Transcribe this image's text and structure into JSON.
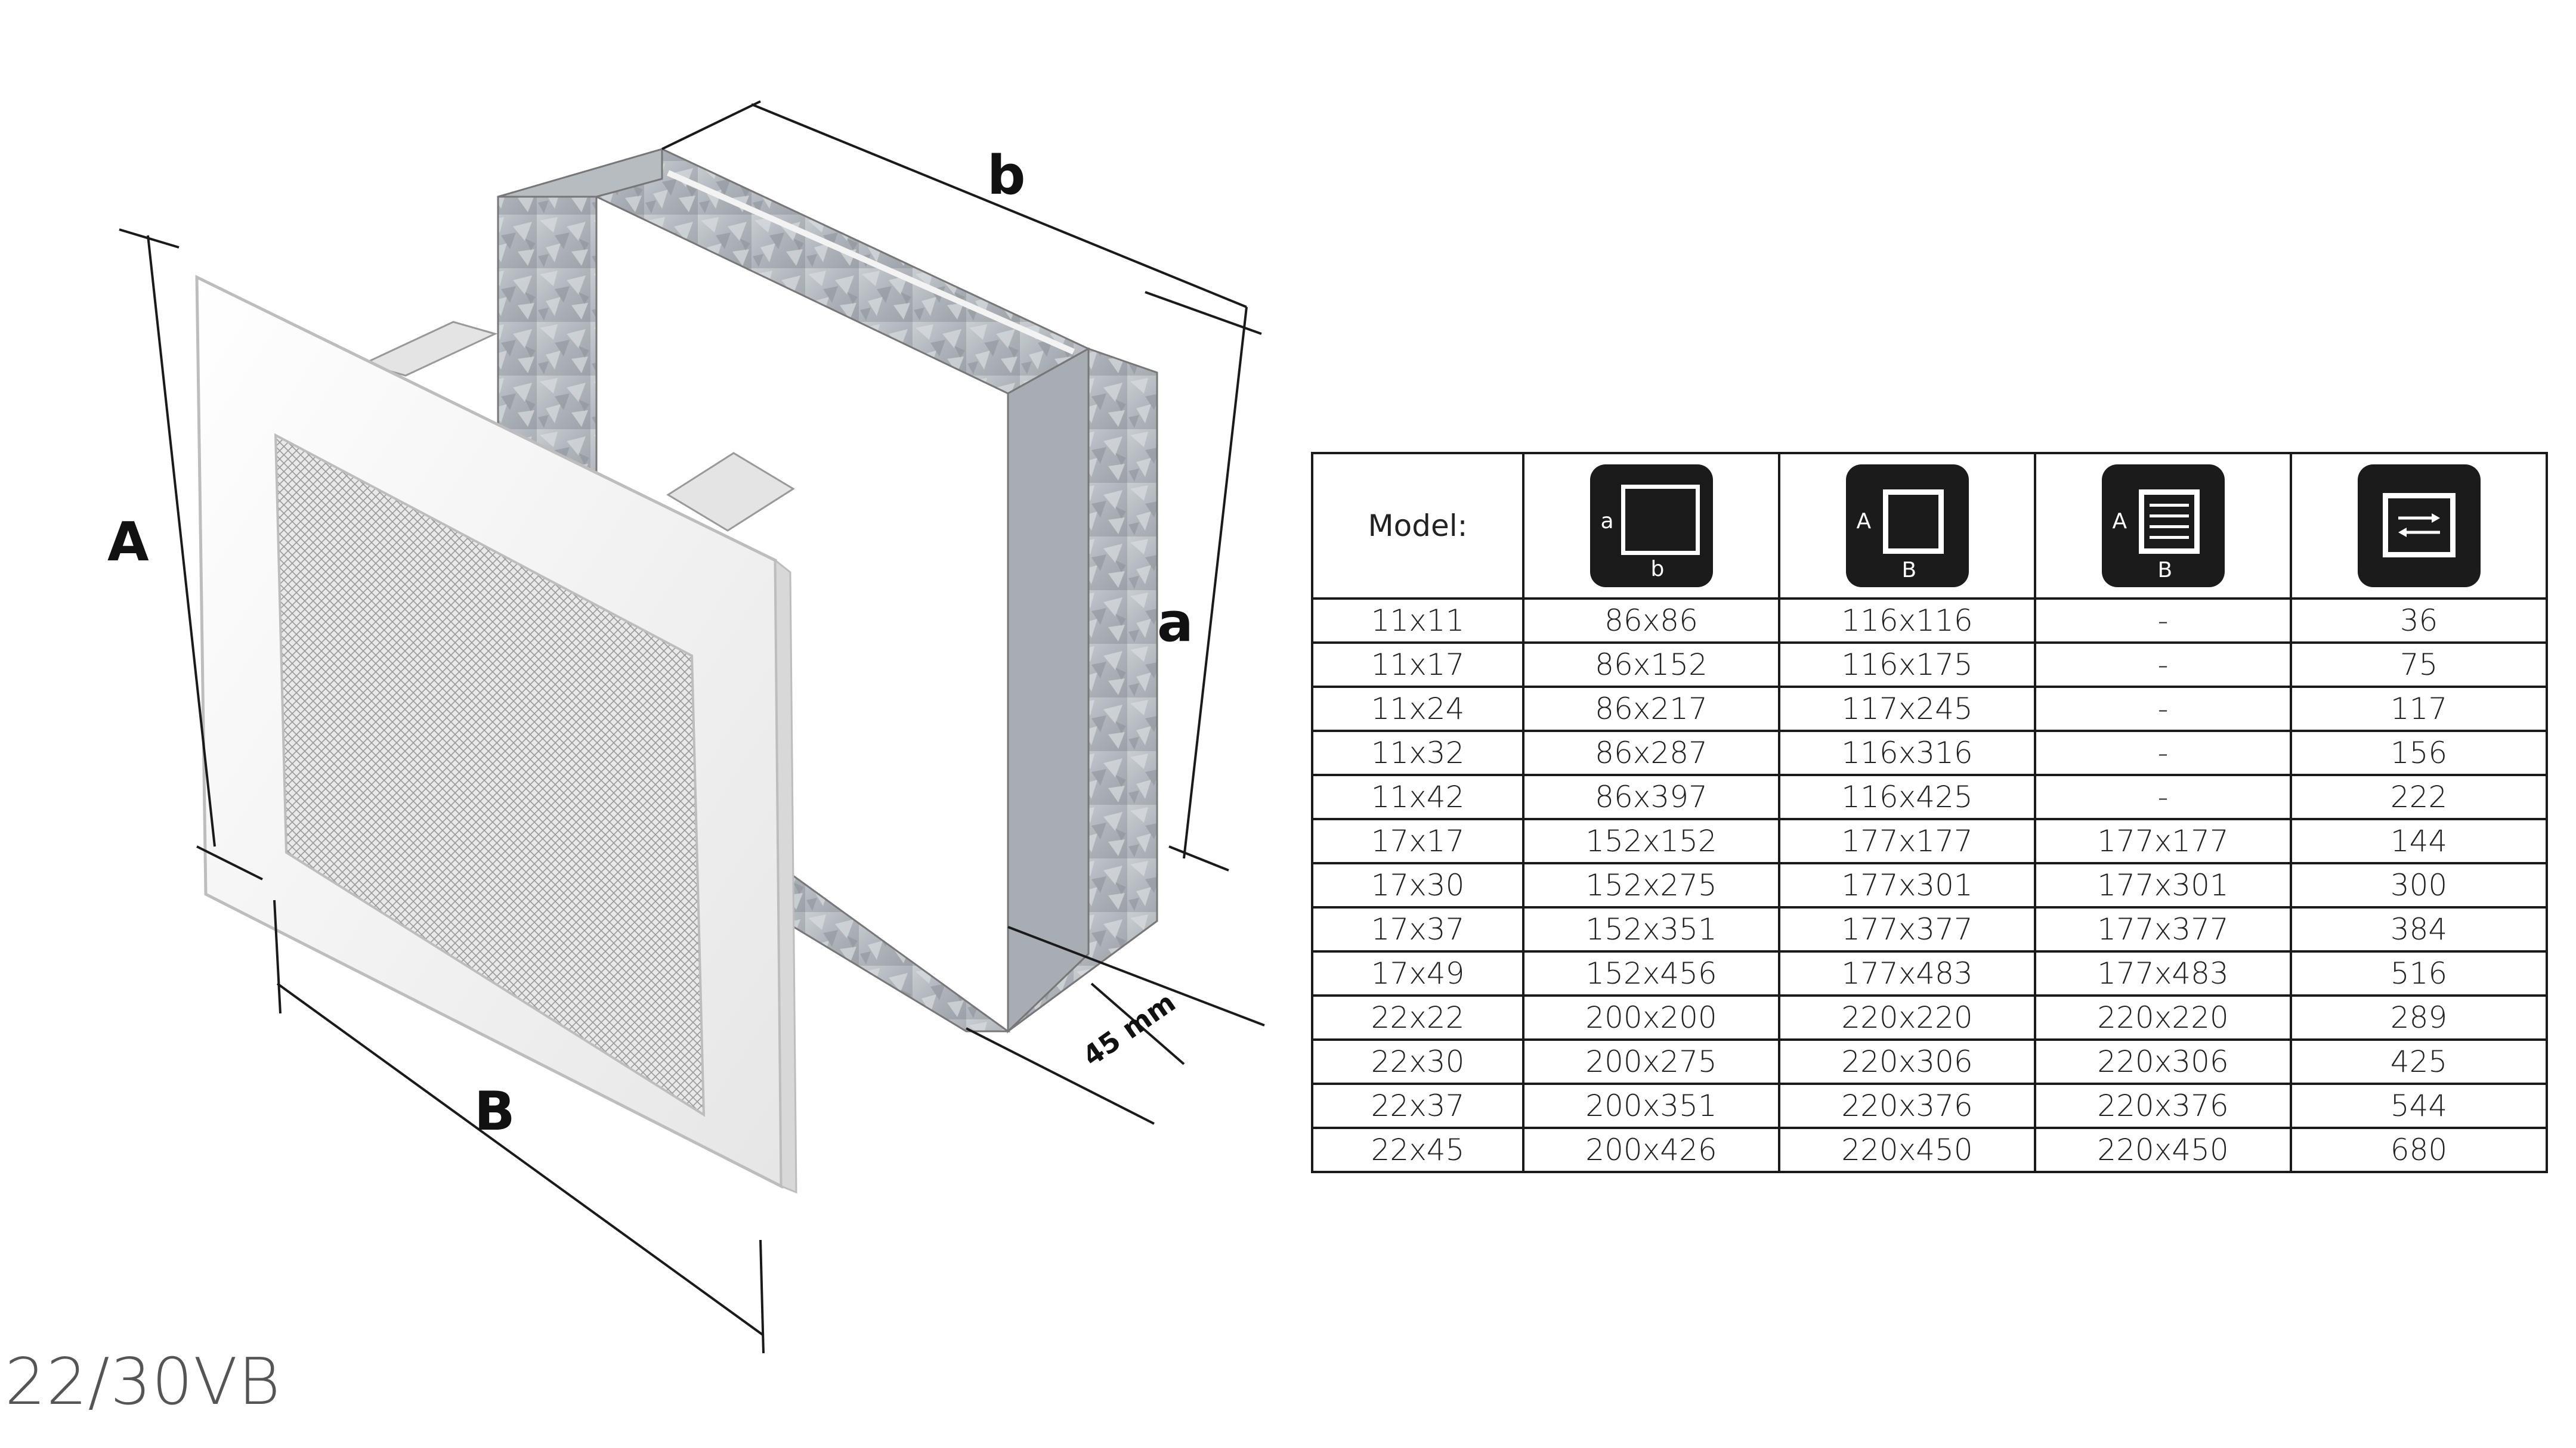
{
  "drawing": {
    "dim_labels": {
      "A": "A",
      "B": "B",
      "a": "a",
      "b": "b",
      "depth": "45 mm"
    }
  },
  "product_code": "22/30VB",
  "table": {
    "header": {
      "model_label": "Model:",
      "icons": [
        {
          "name": "inner-size-icon",
          "side_label": "a",
          "bottom_label": "b"
        },
        {
          "name": "outer-size-icon",
          "side_label": "A",
          "bottom_label": "B"
        },
        {
          "name": "louvre-size-icon",
          "side_label": "A",
          "bottom_label": "B"
        },
        {
          "name": "airflow-icon"
        }
      ]
    },
    "rows": [
      [
        "11x11",
        "86x86",
        "116x116",
        "-",
        "36"
      ],
      [
        "11x17",
        "86x152",
        "116x175",
        "-",
        "75"
      ],
      [
        "11x24",
        "86x217",
        "117x245",
        "-",
        "117"
      ],
      [
        "11x32",
        "86x287",
        "116x316",
        "-",
        "156"
      ],
      [
        "11x42",
        "86x397",
        "116x425",
        "-",
        "222"
      ],
      [
        "17x17",
        "152x152",
        "177x177",
        "177x177",
        "144"
      ],
      [
        "17x30",
        "152x275",
        "177x301",
        "177x301",
        "300"
      ],
      [
        "17x37",
        "152x351",
        "177x377",
        "177x377",
        "384"
      ],
      [
        "17x49",
        "152x456",
        "177x483",
        "177x483",
        "516"
      ],
      [
        "22x22",
        "200x200",
        "220x220",
        "220x220",
        "289"
      ],
      [
        "22x30",
        "200x275",
        "220x306",
        "220x306",
        "425"
      ],
      [
        "22x37",
        "200x351",
        "220x376",
        "220x376",
        "544"
      ],
      [
        "22x45",
        "200x426",
        "220x450",
        "220x450",
        "680"
      ]
    ]
  }
}
